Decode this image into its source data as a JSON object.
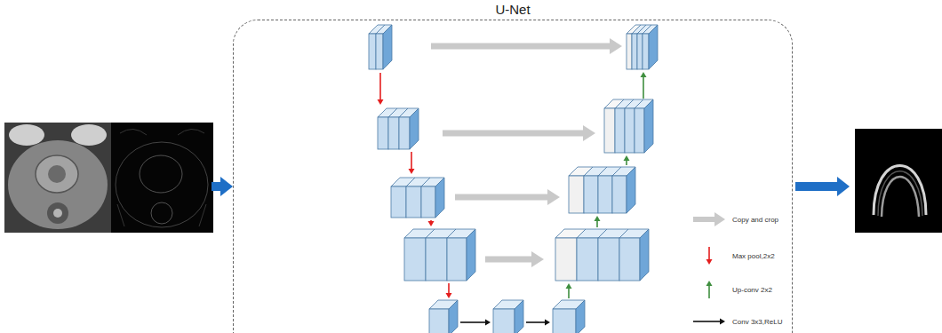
{
  "diagram": {
    "nodes": [
      {
        "text": [
          "U-Net"
        ]
      }
    ],
    "legend": [
      {
        "text": "Copy and crop"
      },
      {
        "text": "Max pool,2x2"
      },
      {
        "text": "Up-conv 2x2"
      },
      {
        "text": "Conv 3x3,ReLU"
      }
    ]
  }
}
